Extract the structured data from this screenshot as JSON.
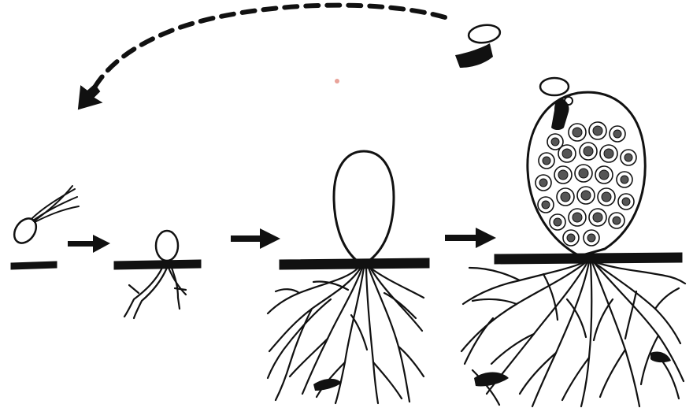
{
  "diagram": {
    "type": "life-cycle",
    "stages": [
      {
        "id": "spore-germinating"
      },
      {
        "id": "young-rhizoids"
      },
      {
        "id": "sporangium-developing"
      },
      {
        "id": "mature-sporangium-releasing-zoospore"
      }
    ],
    "cycle_arrow": {
      "style": "dashed",
      "direction": "return-to-start"
    },
    "colors": {
      "ink": "#111111",
      "background": "#ffffff"
    }
  }
}
